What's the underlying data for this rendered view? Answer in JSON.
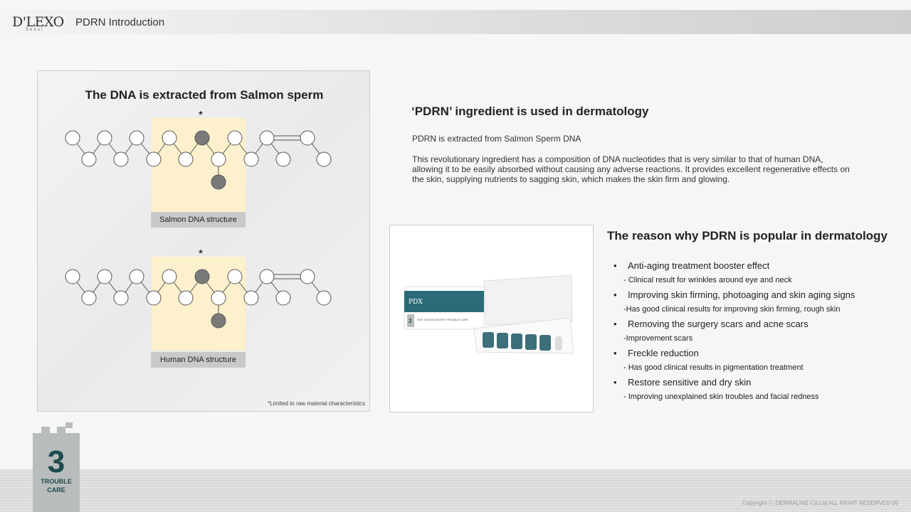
{
  "header": {
    "logo": "D'LEXO",
    "logo_sub": "Seoul",
    "title": "PDRN Introduction"
  },
  "left_panel": {
    "title": "The DNA is extracted from Salmon sperm",
    "diagrams": [
      {
        "asterisk": "*",
        "label": "Salmon DNA structure"
      },
      {
        "asterisk": "*",
        "label": "Human DNA structure"
      }
    ],
    "note": "*Limited to raw material characteristics"
  },
  "section1": {
    "heading": "‘PDRN’ ingredient is used in dermatology",
    "p1": "PDRN is extracted from Salmon Sperm DNA",
    "p2": "This revolutionary ingredient has a composition of DNA nucleotides that is very similar to that of human DNA, allowing it to be easily absorbed without causing any adverse reactions. It provides excellent regenerative effects on the skin, supplying nutrients to sagging skin, which makes the skin firm and glowing."
  },
  "section2": {
    "heading": "The reason why PDRN is popular in dermatology",
    "items": [
      {
        "main": "Anti-aging treatment booster effect",
        "sub": "- Clinical result for  wrinkles around eye and neck"
      },
      {
        "main": "Improving skin firming, photoaging and skin aging signs",
        "sub": "-Has good clinical results for improving skin firming, rough skin"
      },
      {
        "main": "Removing the surgery scars and acne scars",
        "sub": "-Improvement scars"
      },
      {
        "main": "Freckle reduction",
        "sub": "- Has good clinical results in pigmentation treatment"
      },
      {
        "main": "Restore sensitive and dry skin",
        "sub": "- Improving unexplained skin troubles and facial redness"
      }
    ]
  },
  "product": {
    "brand": "PDX",
    "box_label": "PDX SKIN BOOSTER TROUBLE CARE",
    "box_num": "3"
  },
  "badge": {
    "number": "3",
    "line1": "TROUBLE",
    "line2": "CARE"
  },
  "footer": {
    "copyright": "Copyright ⓒ DERMALINE Co.Ltd ALL RIGHT RESERVED  09"
  },
  "colors": {
    "highlight": "#fdf0cc",
    "dark_node": "#7a7a7a",
    "teal": "#1d4b4e"
  }
}
